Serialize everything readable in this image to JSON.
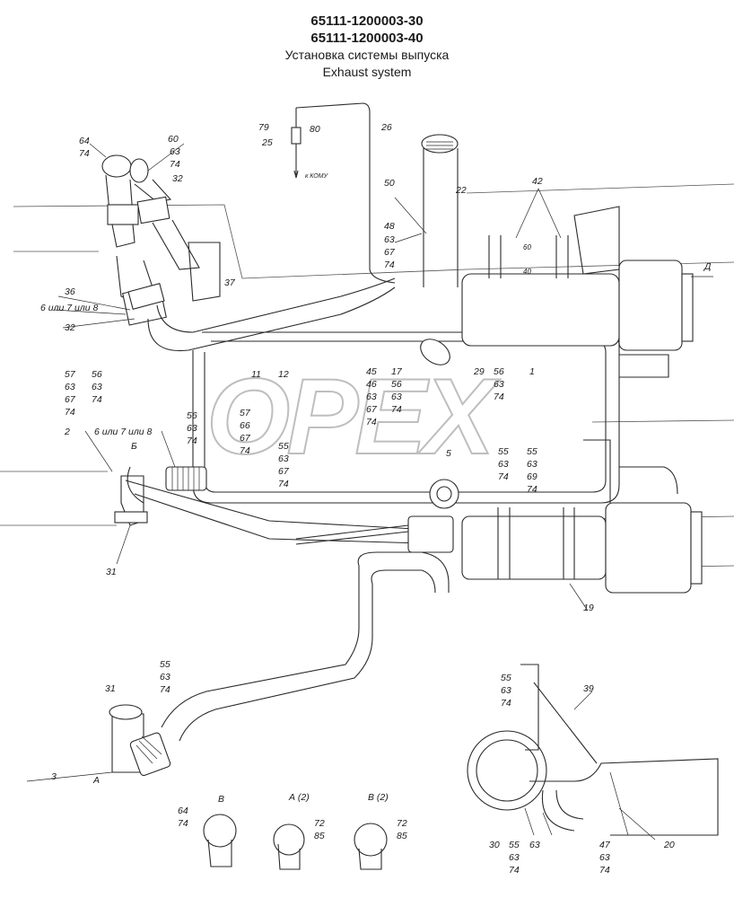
{
  "title": {
    "code_1": "65111-1200003-30",
    "code_2": "65111-1200003-40",
    "name_ru": "Установка системы выпуска",
    "name_en": "Exhaust system"
  },
  "watermark": "OPEX",
  "labels": {
    "p79": "79",
    "p25": "25",
    "p80": "80",
    "kamu": "к КОМУ",
    "p26": "26",
    "p64a": "64",
    "p74a": "74",
    "p60": "60",
    "p63a": "63",
    "p74b": "74",
    "p32a": "32",
    "p50": "50",
    "p22": "22",
    "p48": "48",
    "p63b": "63",
    "p67a": "67",
    "p74c": "74",
    "p42": "42",
    "d40": "40",
    "d60": "60",
    "arrowD": "Д",
    "p37": "37",
    "p36": "36",
    "opt1": "6 или 7 или 8",
    "p32b": "32",
    "p57a": "57",
    "p63c": "63",
    "p67b": "67",
    "p74d": "74",
    "p56a": "56",
    "p63d": "63",
    "p74e": "74",
    "p11": "11",
    "p12": "12",
    "p45": "45",
    "p46": "46",
    "p63e": "63",
    "p67c": "67",
    "p74f": "74",
    "p17": "17",
    "p56b": "56",
    "p63f": "63",
    "p74g": "74",
    "p29": "29",
    "p56c": "56",
    "p63g": "63",
    "p74h": "74",
    "p1": "1",
    "p2": "2",
    "opt2": "6 или 7 или 8",
    "viewB": "Б",
    "p56d": "56",
    "p63h": "63",
    "p74i": "74",
    "p57b": "57",
    "p66": "66",
    "p67d": "67",
    "p74j": "74",
    "p55a": "55",
    "p63i": "63",
    "p67e": "67",
    "p74k": "74",
    "p5": "5",
    "p55b": "55",
    "p63j": "63",
    "p74l": "74",
    "p55c": "55",
    "p63k": "63",
    "p69": "69",
    "p74m": "74",
    "p31a": "31",
    "p19": "19",
    "p55d": "55",
    "p63l": "63",
    "p74n": "74",
    "p31b": "31",
    "p3": "3",
    "viewA": "А",
    "p55e": "55",
    "p63m": "63",
    "p74o": "74",
    "p39": "39",
    "p64b": "64",
    "p74p": "74",
    "viewB1": "В",
    "viewA2": "А  (2)",
    "p72a": "72",
    "p85a": "85",
    "viewB2": "В     (2)",
    "p72b": "72",
    "p85b": "85",
    "p30": "30",
    "p55f": "55",
    "p63n": "63",
    "p74q": "74",
    "p63o": "63",
    "p47": "47",
    "p63p": "63",
    "p74r": "74",
    "p20": "20"
  }
}
